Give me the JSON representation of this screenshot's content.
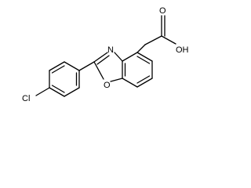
{
  "molecule": {
    "atoms": {
      "chlorine": "Cl",
      "ring_nitrogen": "N",
      "ring_oxygen": "O",
      "hydroxyl": "OH",
      "carbonyl_oxygen": "O"
    }
  },
  "colors": {
    "bond": "#000000",
    "label": "#000000",
    "background": "#ffffff"
  }
}
